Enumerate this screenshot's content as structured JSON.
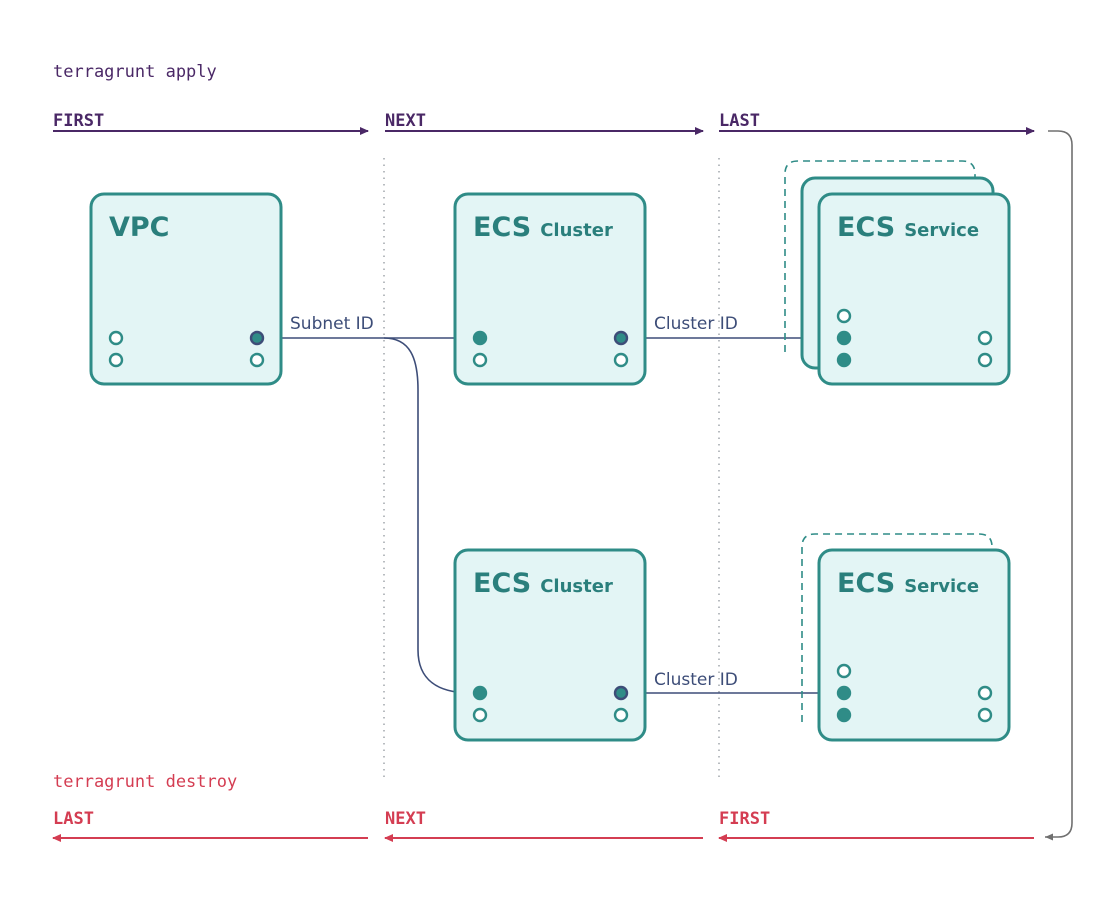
{
  "apply": {
    "title": "terragrunt apply",
    "phases": [
      "FIRST",
      "NEXT",
      "LAST"
    ]
  },
  "destroy": {
    "title": "terragrunt destroy",
    "phases": [
      "LAST",
      "NEXT",
      "FIRST"
    ]
  },
  "nodes": {
    "vpc": {
      "title": "VPC"
    },
    "ecs_cluster_top": {
      "title": "ECS",
      "subtitle": "Cluster"
    },
    "ecs_cluster_bottom": {
      "title": "ECS",
      "subtitle": "Cluster"
    },
    "ecs_service_top": {
      "title": "ECS",
      "subtitle": "Service"
    },
    "ecs_service_bottom": {
      "title": "ECS",
      "subtitle": "Service"
    }
  },
  "edges": {
    "subnet_id": "Subnet ID",
    "cluster_id_top": "Cluster ID",
    "cluster_id_bottom": "Cluster ID"
  },
  "colors": {
    "apply": "#4a2866",
    "destroy": "#d43d52",
    "node_border": "#2f8c87",
    "node_fill": "#e3f5f5",
    "edge": "#3d4d78"
  }
}
